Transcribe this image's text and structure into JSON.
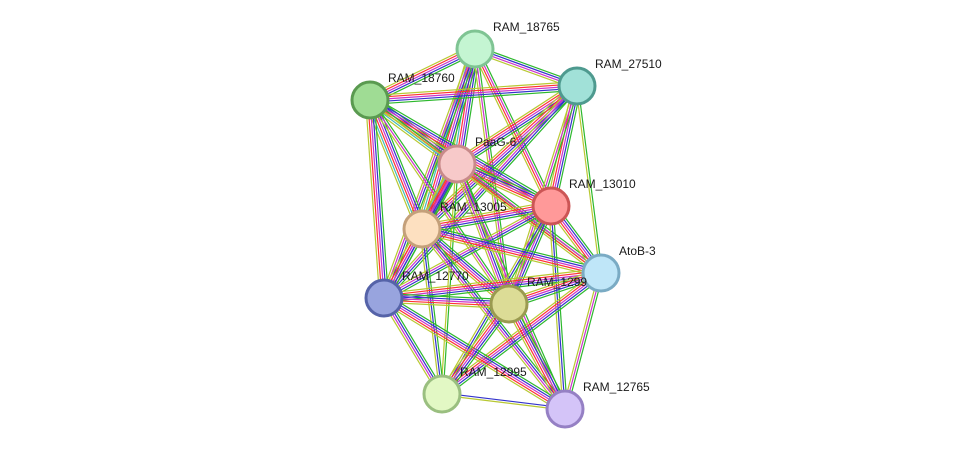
{
  "network": {
    "evidence_colors": [
      "#2db82d",
      "#3333cc",
      "#cc33cc",
      "#ff3333",
      "#44bbbb",
      "#b8c832"
    ],
    "nodes": [
      {
        "id": "RAM_18765",
        "label": "RAM_18765",
        "fill": "#c4f5d2",
        "stroke": "#7fc493"
      },
      {
        "id": "RAM_27510",
        "label": "RAM_27510",
        "fill": "#a1e1d8",
        "stroke": "#4e9a8f"
      },
      {
        "id": "RAM_18760",
        "label": "RAM_18760",
        "fill": "#9fdc94",
        "stroke": "#5a9a50"
      },
      {
        "id": "PaaG-6",
        "label": "PaaG-6",
        "fill": "#f7c9c9",
        "stroke": "#c88a8a"
      },
      {
        "id": "RAM_13010",
        "label": "RAM_13010",
        "fill": "#ff9999",
        "stroke": "#cc5555"
      },
      {
        "id": "RAM_13005",
        "label": "RAM_13005",
        "fill": "#fde0c0",
        "stroke": "#c4a07a"
      },
      {
        "id": "AtoB-3",
        "label": "AtoB-3",
        "fill": "#bfe6f8",
        "stroke": "#7aabc4"
      },
      {
        "id": "RAM_12770",
        "label": "RAM_12770",
        "fill": "#98a4de",
        "stroke": "#5563a8"
      },
      {
        "id": "RAM_12990",
        "label": "RAM_1299",
        "fill": "#dcdc96",
        "stroke": "#9a9a50"
      },
      {
        "id": "RAM_12995",
        "label": "RAM_12995",
        "fill": "#e2f8c4",
        "stroke": "#9abf80"
      },
      {
        "id": "RAM_12765",
        "label": "RAM_12765",
        "fill": "#d4c4f8",
        "stroke": "#9580c4"
      }
    ],
    "edges": [
      {
        "source": "RAM_18765",
        "target": "RAM_27510",
        "channels": [
          0,
          1,
          2,
          5
        ]
      },
      {
        "source": "RAM_18765",
        "target": "RAM_18760",
        "channels": [
          0,
          1,
          2,
          3,
          5
        ]
      },
      {
        "source": "RAM_18765",
        "target": "PaaG-6",
        "channels": [
          0,
          1,
          2,
          3,
          4,
          5
        ]
      },
      {
        "source": "RAM_18765",
        "target": "RAM_13010",
        "channels": [
          0,
          2,
          3,
          5
        ]
      },
      {
        "source": "RAM_18765",
        "target": "RAM_13005",
        "channels": [
          0,
          1,
          2,
          3,
          4,
          5
        ]
      },
      {
        "source": "RAM_18765",
        "target": "RAM_12770",
        "channels": [
          0,
          1,
          2,
          5
        ]
      },
      {
        "source": "RAM_18765",
        "target": "RAM_12990",
        "channels": [
          0,
          2,
          5
        ]
      },
      {
        "source": "RAM_27510",
        "target": "RAM_18760",
        "channels": [
          0,
          1,
          2,
          3,
          5
        ]
      },
      {
        "source": "RAM_27510",
        "target": "PaaG-6",
        "channels": [
          0,
          1,
          2,
          3,
          5
        ]
      },
      {
        "source": "RAM_27510",
        "target": "RAM_13010",
        "channels": [
          0,
          1,
          2,
          3,
          5
        ]
      },
      {
        "source": "RAM_27510",
        "target": "RAM_13005",
        "channels": [
          0,
          1,
          2,
          3,
          5
        ]
      },
      {
        "source": "RAM_27510",
        "target": "AtoB-3",
        "channels": [
          0,
          5
        ]
      },
      {
        "source": "RAM_27510",
        "target": "RAM_12770",
        "channels": [
          0,
          1,
          2,
          5
        ]
      },
      {
        "source": "RAM_27510",
        "target": "RAM_12990",
        "channels": [
          0,
          2,
          5
        ]
      },
      {
        "source": "RAM_18760",
        "target": "PaaG-6",
        "channels": [
          0,
          1,
          2,
          3,
          4,
          5
        ]
      },
      {
        "source": "RAM_18760",
        "target": "RAM_13010",
        "channels": [
          0,
          1,
          2,
          3,
          5
        ]
      },
      {
        "source": "RAM_18760",
        "target": "RAM_13005",
        "channels": [
          0,
          1,
          2,
          3,
          4,
          5
        ]
      },
      {
        "source": "RAM_18760",
        "target": "RAM_12770",
        "channels": [
          0,
          1,
          2,
          3,
          5
        ]
      },
      {
        "source": "RAM_18760",
        "target": "RAM_12990",
        "channels": [
          0,
          2,
          5
        ]
      },
      {
        "source": "RAM_18760",
        "target": "AtoB-3",
        "channels": [
          0,
          5
        ]
      },
      {
        "source": "PaaG-6",
        "target": "RAM_13010",
        "channels": [
          0,
          1,
          2,
          3,
          5
        ]
      },
      {
        "source": "PaaG-6",
        "target": "RAM_13005",
        "channels": [
          0,
          1,
          2,
          3,
          4,
          5
        ]
      },
      {
        "source": "PaaG-6",
        "target": "AtoB-3",
        "channels": [
          0,
          2,
          3,
          5
        ]
      },
      {
        "source": "PaaG-6",
        "target": "RAM_12770",
        "channels": [
          0,
          1,
          2,
          3,
          5
        ]
      },
      {
        "source": "PaaG-6",
        "target": "RAM_12990",
        "channels": [
          0,
          1,
          2,
          5
        ]
      },
      {
        "source": "PaaG-6",
        "target": "RAM_12995",
        "channels": [
          0,
          5
        ]
      },
      {
        "source": "PaaG-6",
        "target": "RAM_12765",
        "channels": [
          0,
          2,
          5
        ]
      },
      {
        "source": "RAM_13010",
        "target": "RAM_13005",
        "channels": [
          0,
          1,
          2,
          3,
          5
        ]
      },
      {
        "source": "RAM_13010",
        "target": "AtoB-3",
        "channels": [
          0,
          1,
          2,
          3,
          5
        ]
      },
      {
        "source": "RAM_13010",
        "target": "RAM_12770",
        "channels": [
          0,
          1,
          2,
          5
        ]
      },
      {
        "source": "RAM_13010",
        "target": "RAM_12990",
        "channels": [
          0,
          1,
          2,
          5
        ]
      },
      {
        "source": "RAM_13010",
        "target": "RAM_12995",
        "channels": [
          0,
          1,
          5
        ]
      },
      {
        "source": "RAM_13010",
        "target": "RAM_12765",
        "channels": [
          0,
          1,
          5
        ]
      },
      {
        "source": "RAM_13005",
        "target": "AtoB-3",
        "channels": [
          0,
          1,
          2,
          3,
          5
        ]
      },
      {
        "source": "RAM_13005",
        "target": "RAM_12770",
        "channels": [
          0,
          1,
          2,
          3,
          5
        ]
      },
      {
        "source": "RAM_13005",
        "target": "RAM_12990",
        "channels": [
          0,
          1,
          2,
          3,
          5
        ]
      },
      {
        "source": "RAM_13005",
        "target": "RAM_12995",
        "channels": [
          0,
          1,
          5
        ]
      },
      {
        "source": "RAM_13005",
        "target": "RAM_12765",
        "channels": [
          0,
          1,
          2,
          5
        ]
      },
      {
        "source": "AtoB-3",
        "target": "RAM_12770",
        "channels": [
          0,
          1,
          2,
          3,
          5
        ]
      },
      {
        "source": "AtoB-3",
        "target": "RAM_12990",
        "channels": [
          0,
          1,
          2,
          3,
          5
        ]
      },
      {
        "source": "AtoB-3",
        "target": "RAM_12995",
        "channels": [
          0,
          1,
          2,
          3,
          5
        ]
      },
      {
        "source": "AtoB-3",
        "target": "RAM_12765",
        "channels": [
          0,
          2,
          5
        ]
      },
      {
        "source": "RAM_12770",
        "target": "RAM_12990",
        "channels": [
          0,
          1,
          2,
          3,
          5
        ]
      },
      {
        "source": "RAM_12770",
        "target": "RAM_12995",
        "channels": [
          0,
          1,
          2,
          5
        ]
      },
      {
        "source": "RAM_12770",
        "target": "RAM_12765",
        "channels": [
          0,
          1,
          2,
          3,
          5
        ]
      },
      {
        "source": "RAM_12990",
        "target": "RAM_12995",
        "channels": [
          0,
          1,
          2,
          3,
          5
        ]
      },
      {
        "source": "RAM_12990",
        "target": "RAM_12765",
        "channels": [
          0,
          1,
          2,
          3,
          5
        ]
      },
      {
        "source": "RAM_12995",
        "target": "RAM_12765",
        "channels": [
          1,
          5
        ]
      }
    ]
  }
}
